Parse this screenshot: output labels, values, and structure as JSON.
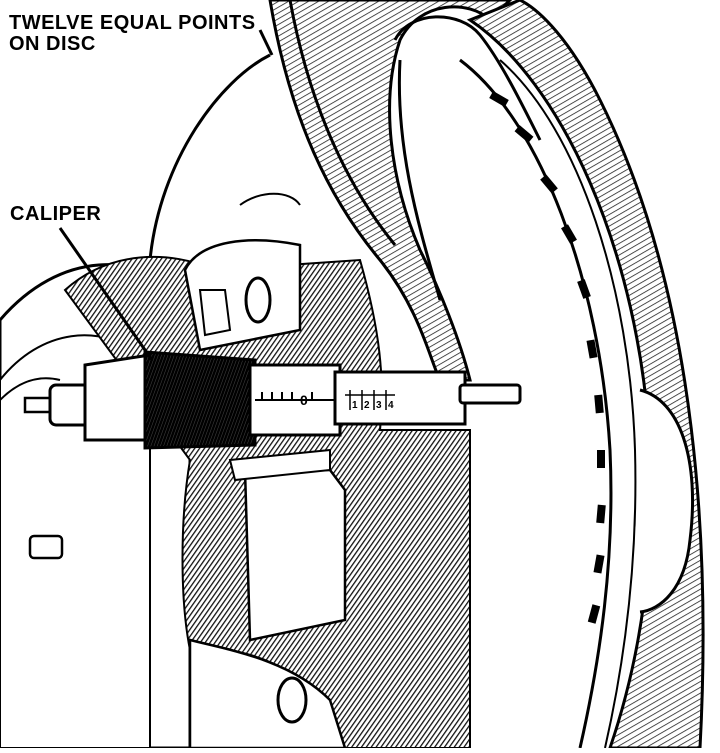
{
  "labels": {
    "disc_points_line1": "TWELVE EQUAL POINTS",
    "disc_points_line2": "ON DISC",
    "caliper": "CALIPER"
  },
  "micrometer": {
    "sleeve_digit": "0",
    "thimble_digits": [
      "1",
      "2",
      "3",
      "4"
    ]
  },
  "colors": {
    "ink": "#000000",
    "paper": "#ffffff",
    "hatch": "#1a1a1a"
  }
}
